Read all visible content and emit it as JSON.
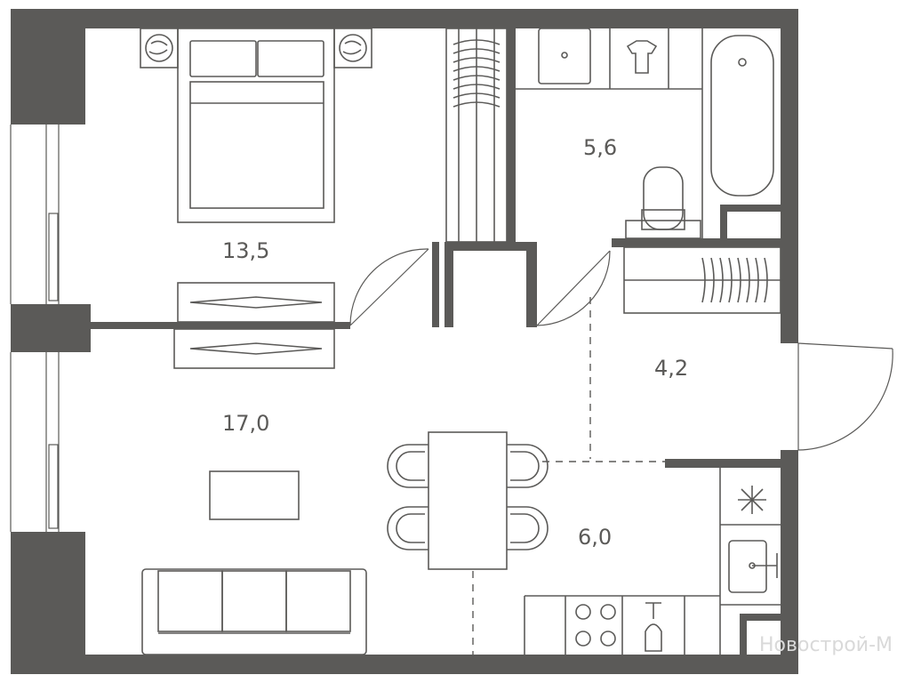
{
  "rooms": [
    {
      "id": "bedroom",
      "area": "13,5"
    },
    {
      "id": "bathroom",
      "area": "5,6"
    },
    {
      "id": "hallway",
      "area": "4,2"
    },
    {
      "id": "living-room",
      "area": "17,0"
    },
    {
      "id": "kitchen",
      "area": "6,0"
    }
  ],
  "watermark": "Новострой-М",
  "colors": {
    "wall": "#5b5a58",
    "line": "#5b5a58",
    "background": "#ffffff"
  }
}
